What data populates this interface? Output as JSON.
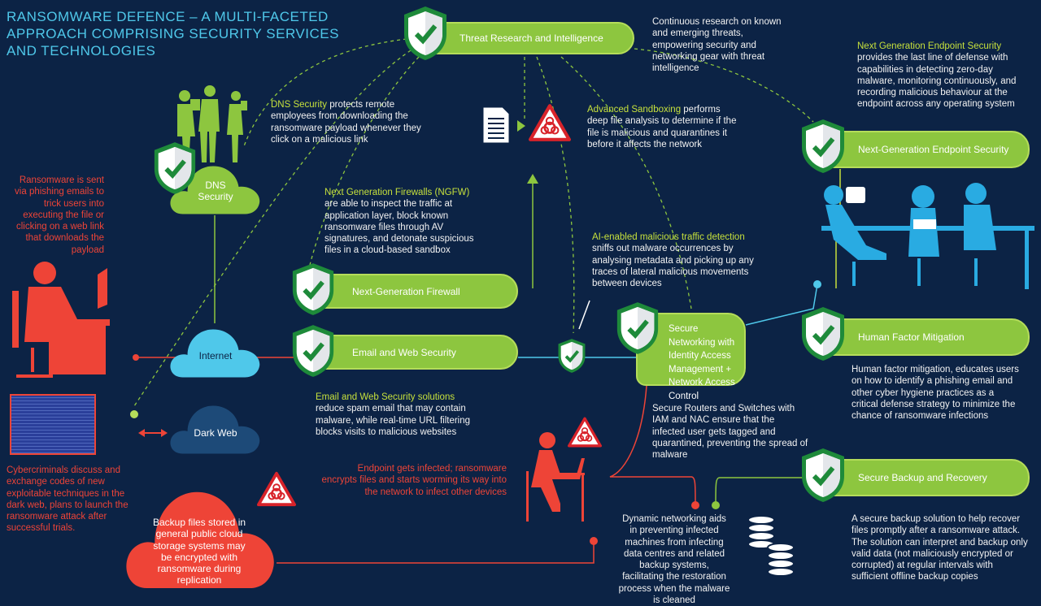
{
  "title": "RANSOMWARE DEFENCE – A MULTI-FACETED APPROACH COMPRISING SECURITY SERVICES AND TECHNOLOGIES",
  "colors": {
    "background": "#0c2345",
    "green": "#8dc63f",
    "highlight": "#c6e03c",
    "threat": "#ee4437",
    "network": "#4fc8ea"
  },
  "pills": {
    "threat_research": "Threat Research and Intelligence",
    "endpoint": "Next-Generation Endpoint Security",
    "firewall": "Next-Generation Firewall",
    "email_web": "Email and Web Security",
    "secure_networking": "Secure Networking with Identity Access Management + Network Access Control",
    "human_factor": "Human Factor Mitigation",
    "backup": "Secure Backup and Recovery"
  },
  "clouds": {
    "dns": "DNS Security",
    "internet": "Internet",
    "dark_web": "Dark Web",
    "public_cloud": "Backup files stored in general public cloud storage systems may be encrypted with ransomware during replication"
  },
  "descriptions": {
    "threat_research": "Continuous research on known and emerging threats, empowering security and networking gear with threat intelligence",
    "endpoint": {
      "highlight": "Next Generation Endpoint Security",
      "text": "provides the last line of defense with capabilities in detecting zero-day malware, monitoring continuously, and recording malicious behaviour at the endpoint across any operating system"
    },
    "dns": {
      "highlight": "DNS Security",
      "text": " protects remote employees from downloading the ransomware payload whenever they click on a malicious link"
    },
    "sandbox": {
      "highlight": "Advanced Sandboxing",
      "text": " performs deep file analysis to determine if the file is malicious and quarantines it before it affects the network"
    },
    "ngfw": {
      "highlight": "Next Generation Firewalls (NGFW)",
      "text": "are able to inspect the traffic at application layer, block known ransomware files through AV signatures, and detonate suspicious files in a cloud-based sandbox"
    },
    "ai": {
      "highlight": "AI-enabled malicious traffic detection",
      "text": "sniffs out malware occurrences by analysing metadata and picking up any traces of lateral malicious movements between devices"
    },
    "email_web": {
      "highlight": "Email and Web Security solutions",
      "text": "reduce spam email that may contain malware, while real-time URL filtering blocks visits to malicious websites"
    },
    "routers": "Secure Routers and Switches with IAM and NAC ensure that the infected user gets tagged and quarantined, preventing the spread of malware",
    "human_factor": "Human factor mitigation, educates users on how to identify a phishing email and other cyber hygiene practices as a critical defense strategy to minimize the chance of ransomware infections",
    "dynamic": "Dynamic networking aids in preventing infected machines from infecting data centres and related backup systems, facilitating the restoration process when the malware is cleaned",
    "backup": "A secure backup solution to help recover files promptly after a ransomware attack. The solution can interpret and backup only valid data (not maliciously encrypted or corrupted) at regular intervals with sufficient offline backup copies"
  },
  "threats": {
    "phishing": "Ransomware is sent via phishing emails to trick users into executing the file or clicking on a web link that downloads the payload",
    "dark_web": "Cybercriminals discuss and exchange codes of new exploitable techniques in the dark web, plans to launch the ransomware attack after successful trials.",
    "endpoint": "Endpoint gets infected; ransomware encrypts files and starts worming its way into the network to infect other devices"
  }
}
